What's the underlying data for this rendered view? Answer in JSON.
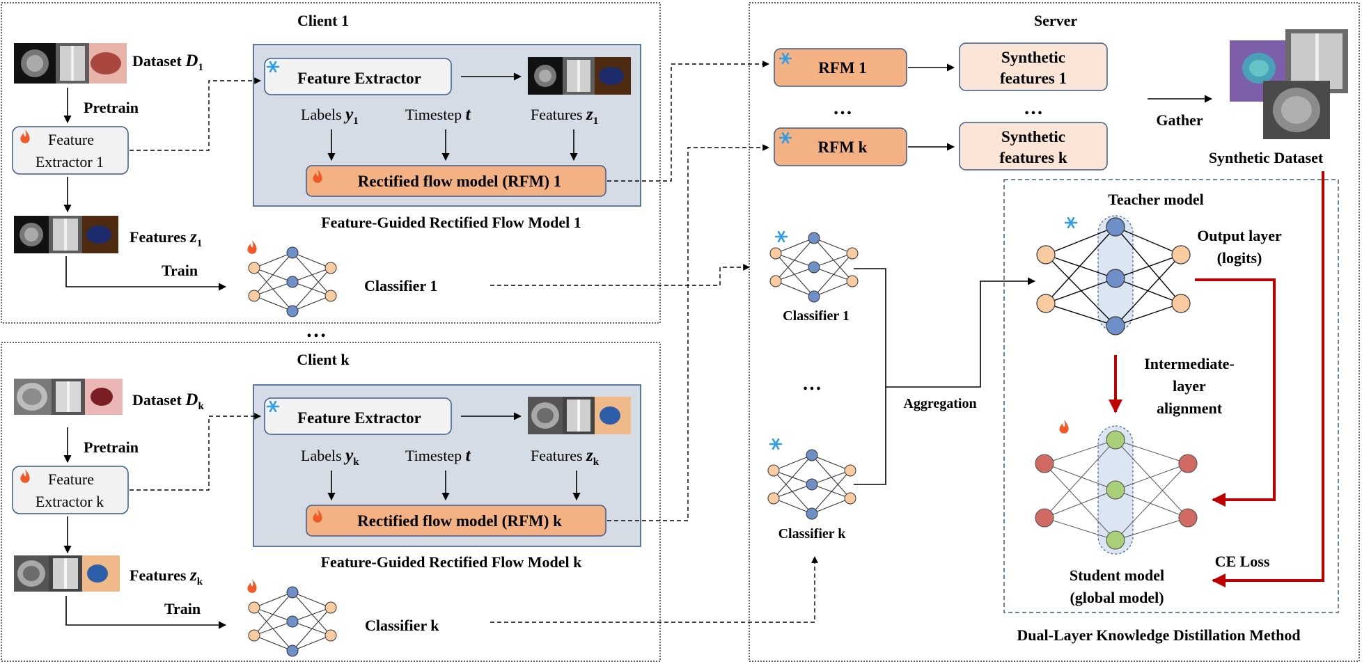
{
  "client1": {
    "title": "Client 1",
    "dataset_label": "Dataset ",
    "dataset_sym": "D",
    "dataset_sub": "1",
    "pretrain": "Pretrain",
    "extractor_line1": "Feature",
    "extractor_line2": "Extractor  1",
    "features_label": "Features ",
    "features_sym": "z",
    "features_sub": "1",
    "train": "Train",
    "classifier": "Classifier  1",
    "fg_feature_extractor": "Feature Extractor",
    "fg_labels": "Labels ",
    "fg_labels_sym": "y",
    "fg_labels_sub": "1",
    "fg_timestep": "Timestep ",
    "fg_timestep_sym": "t",
    "fg_features": "Features ",
    "fg_features_sym": "z",
    "fg_features_sub": "1",
    "fg_rfm": "Rectified flow model (RFM) 1",
    "fg_caption": "Feature-Guided  Rectified Flow Model 1"
  },
  "clientk": {
    "title": "Client k",
    "dataset_label": "Dataset ",
    "dataset_sym": "D",
    "dataset_sub": "k",
    "pretrain": "Pretrain",
    "extractor_line1": "Feature",
    "extractor_line2": "Extractor  k",
    "features_label": "Features ",
    "features_sym": "z",
    "features_sub": "k",
    "train": "Train",
    "classifier": "Classifier  k",
    "fg_feature_extractor": "Feature Extractor",
    "fg_labels": "Labels ",
    "fg_labels_sym": "y",
    "fg_labels_sub": "k",
    "fg_timestep": "Timestep ",
    "fg_timestep_sym": "t",
    "fg_features": "Features  ",
    "fg_features_sym": "z",
    "fg_features_sub": "k",
    "fg_rfm": "Rectified flow model (RFM) k",
    "fg_caption": "Feature-Guided  Rectified Flow Model k"
  },
  "clients_ellipsis": "…",
  "server": {
    "title": "Server",
    "rfm1": "RFM 1",
    "rfmk": "RFM k",
    "rfm_ellipsis": "…",
    "synth1_line1": "Synthetic",
    "synth1_line2": "features 1",
    "synthk_line1": "Synthetic",
    "synthk_line2": "features k",
    "synth_ellipsis": "…",
    "gather": "Gather",
    "synthetic_dataset": "Synthetic Dataset",
    "classifier1": "Classifier 1",
    "classifierk": "Classifier k",
    "classifier_ellipsis": "…",
    "aggregation": "Aggregation",
    "teacher": "Teacher model",
    "output_line1": "Output layer",
    "output_line2": "(logits)",
    "inter_line1": "Intermediate-",
    "inter_line2": "layer",
    "inter_line3": "alignment",
    "student_line1": "Student model",
    "student_line2": "(global model)",
    "ce_loss": "CE Loss",
    "kd_caption": "Dual-Layer  Knowledge  Distillation Method"
  },
  "colors": {
    "rfm_fill": "#f4b183",
    "synth_fill": "#fbe5d6",
    "panel_fill": "#d6dce5",
    "box_fill": "#f2f2f2",
    "node_orange": "#f8cba0",
    "node_blue": "#6f8fc9",
    "node_green": "#a9cf7a",
    "node_red": "#d06a63",
    "arrow_red": "#c00000",
    "snow": "#2e9ee6",
    "flame": "#f05a28"
  }
}
